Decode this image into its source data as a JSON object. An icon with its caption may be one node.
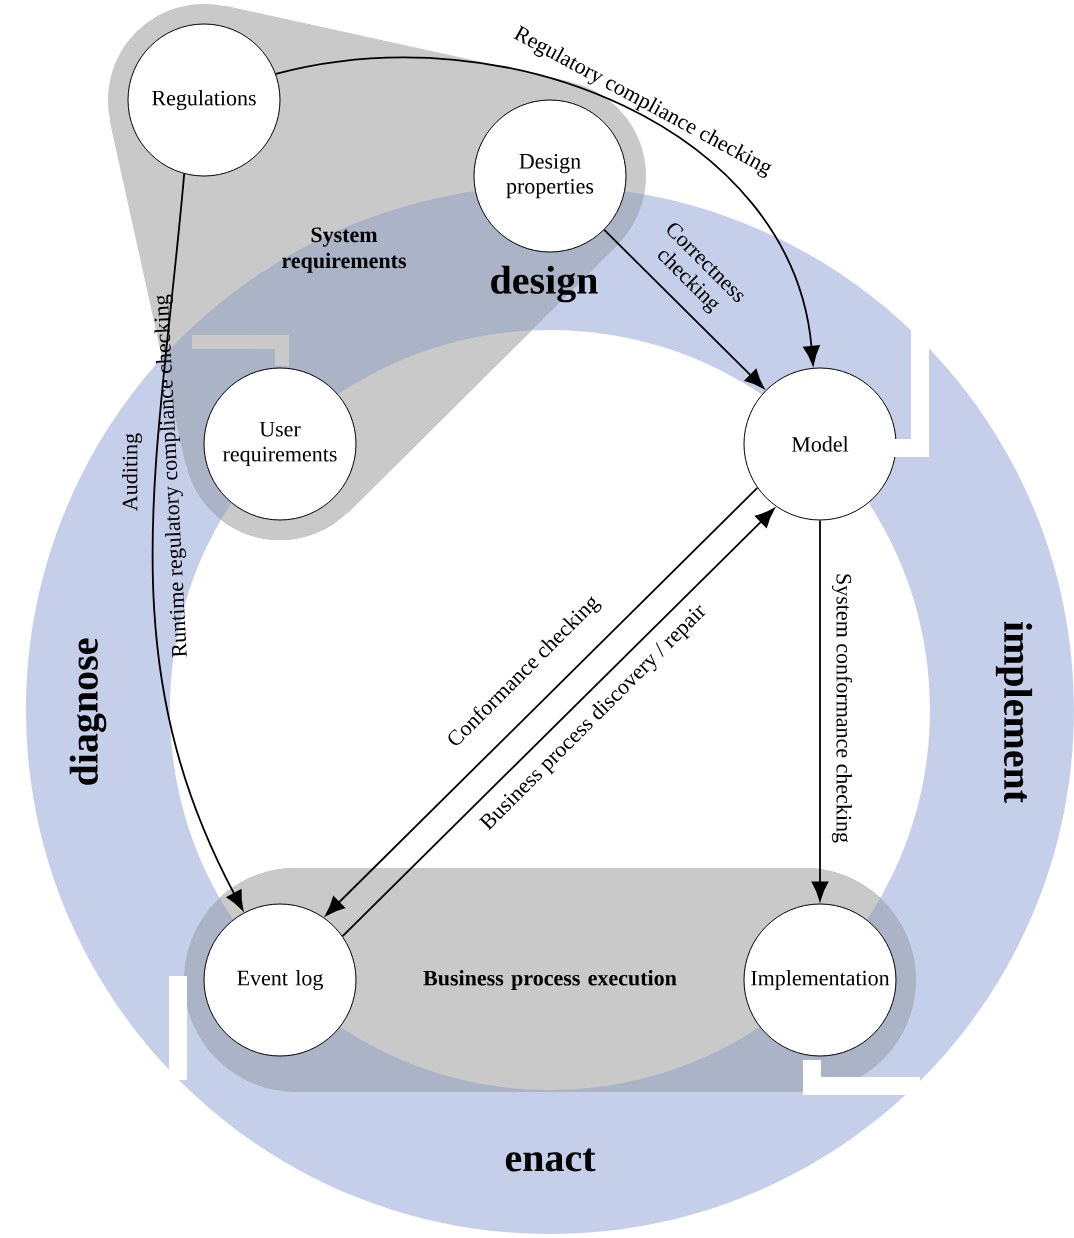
{
  "diagram": {
    "nodes": [
      {
        "text": [
          "System requirements"
        ]
      },
      {
        "text": [
          "Regulations"
        ],
        "in": 0
      },
      {
        "text": [
          "Design properties"
        ],
        "in": 0
      },
      {
        "text": [
          "User requirements"
        ],
        "in": 0
      },
      {
        "text": [
          "Model"
        ]
      },
      {
        "text": [
          "Business process execution"
        ]
      },
      {
        "text": [
          "Event log"
        ],
        "in": 5
      },
      {
        "text": [
          "Implementation"
        ],
        "in": 5
      }
    ],
    "edges": [
      {
        "from": 1,
        "to": 4,
        "arrow": "to",
        "label": "Regulatory compliance checking"
      },
      {
        "from": 2,
        "to": 4,
        "arrow": "to",
        "label": "Correctness checking"
      },
      {
        "from": 1,
        "to": 6,
        "arrow": "to",
        "label": "Runtime regulatory compliance checking"
      },
      {
        "from": 4,
        "to": 6,
        "arrow": "to",
        "label": "Conformance checking"
      },
      {
        "from": 6,
        "to": 4,
        "arrow": "to",
        "label": "Business process discovery / repair"
      },
      {
        "from": 4,
        "to": 7,
        "arrow": "to",
        "label": "System conformance checking"
      }
    ],
    "labels": [
      "design",
      "Auditing",
      "diagnose",
      "implement",
      "enact"
    ]
  }
}
